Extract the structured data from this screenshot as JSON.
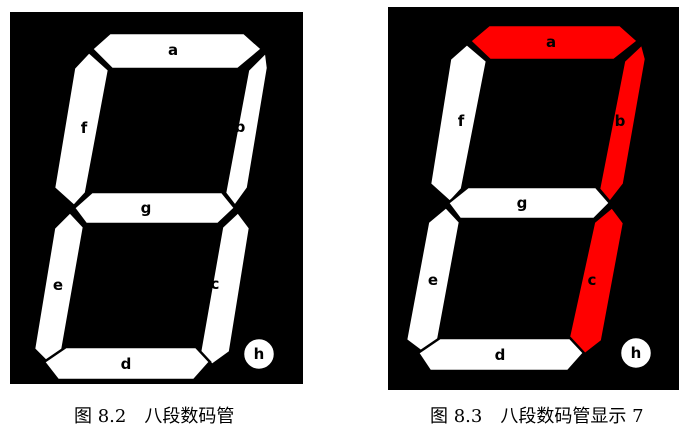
{
  "colors": {
    "background": "#000000",
    "segment_off": "#ffffff",
    "segment_on": "#ff0000",
    "label": "#000000",
    "label_on": "#ffffff"
  },
  "figures": [
    {
      "id": "fig-8-2",
      "caption": "图 8.2　八段数码管",
      "labels": {
        "a": "a",
        "b": "b",
        "c": "c",
        "d": "d",
        "e": "e",
        "f": "f",
        "g": "g",
        "h": "h"
      },
      "lit_segments": []
    },
    {
      "id": "fig-8-3",
      "caption": "图 8.3　八段数码管显示 7",
      "labels": {
        "a": "a",
        "b": "b",
        "c": "c",
        "d": "d",
        "e": "e",
        "f": "f",
        "g": "g",
        "h": "h"
      },
      "lit_segments": [
        "a",
        "b",
        "c"
      ]
    }
  ]
}
